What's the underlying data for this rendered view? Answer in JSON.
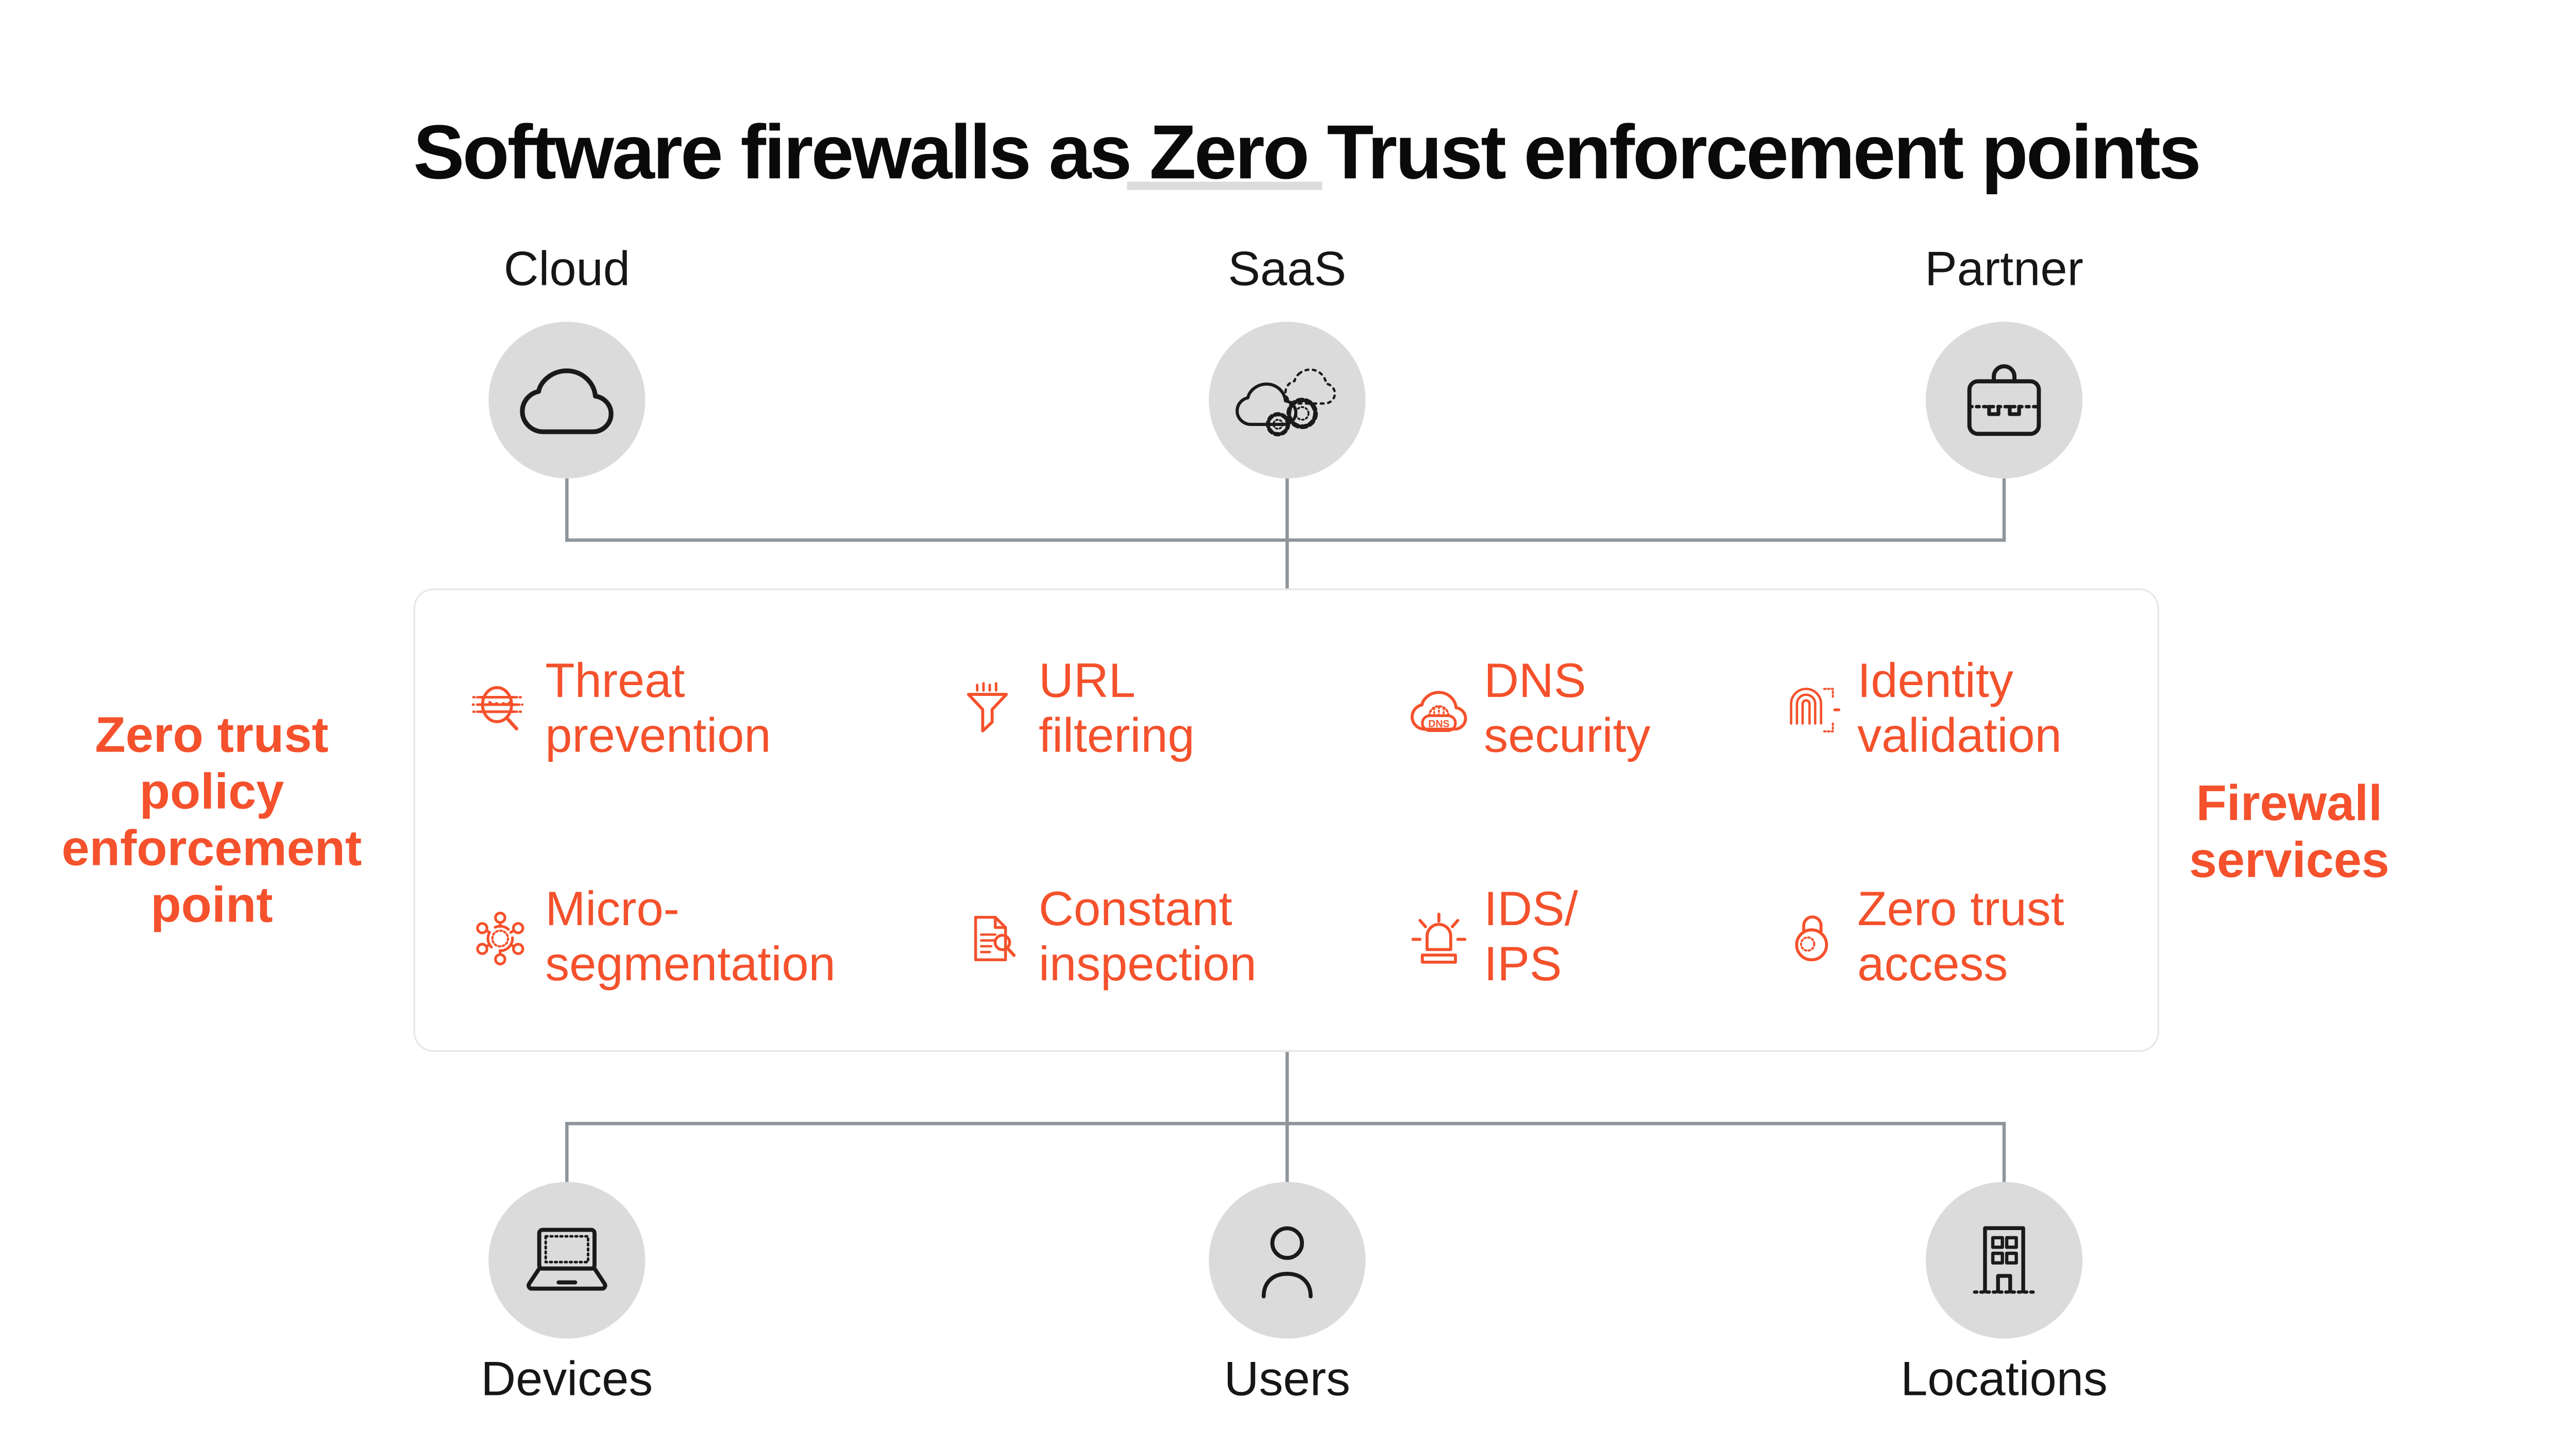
{
  "title": "Software firewalls as Zero Trust enforcement points",
  "colors": {
    "accent_orange": "#F4512C",
    "node_circle_gray": "#DBDBDB",
    "connector_gray": "#8F959A",
    "title_underline_gray": "#DCDCDC",
    "box_border_gray": "#E6E6E6",
    "text_black": "#0A0A0A"
  },
  "top_nodes": [
    {
      "label": "Cloud",
      "icon": "cloud-icon"
    },
    {
      "label": "SaaS",
      "icon": "saas-cloud-gears-icon"
    },
    {
      "label": "Partner",
      "icon": "briefcase-icon"
    }
  ],
  "bottom_nodes": [
    {
      "label": "Devices",
      "icon": "laptop-icon"
    },
    {
      "label": "Users",
      "icon": "user-icon"
    },
    {
      "label": "Locations",
      "icon": "building-icon"
    }
  ],
  "enforcement_box": {
    "left_label": "Zero trust\npolicy\nenforcement\npoint",
    "right_label": "Firewall\nservices",
    "services": [
      {
        "label": "Threat\nprevention",
        "icon": "threat-prevention-icon"
      },
      {
        "label": "URL\nfiltering",
        "icon": "url-filtering-icon"
      },
      {
        "label": "DNS\nsecurity",
        "icon": "dns-security-icon",
        "icon_text": "DNS"
      },
      {
        "label": "Identity\nvalidation",
        "icon": "identity-validation-icon"
      },
      {
        "label": "Micro-\nsegmentation",
        "icon": "micro-segmentation-icon"
      },
      {
        "label": "Constant\ninspection",
        "icon": "constant-inspection-icon"
      },
      {
        "label": "IDS/\nIPS",
        "icon": "ids-ips-icon"
      },
      {
        "label": "Zero trust\naccess",
        "icon": "zero-trust-access-icon"
      }
    ]
  }
}
